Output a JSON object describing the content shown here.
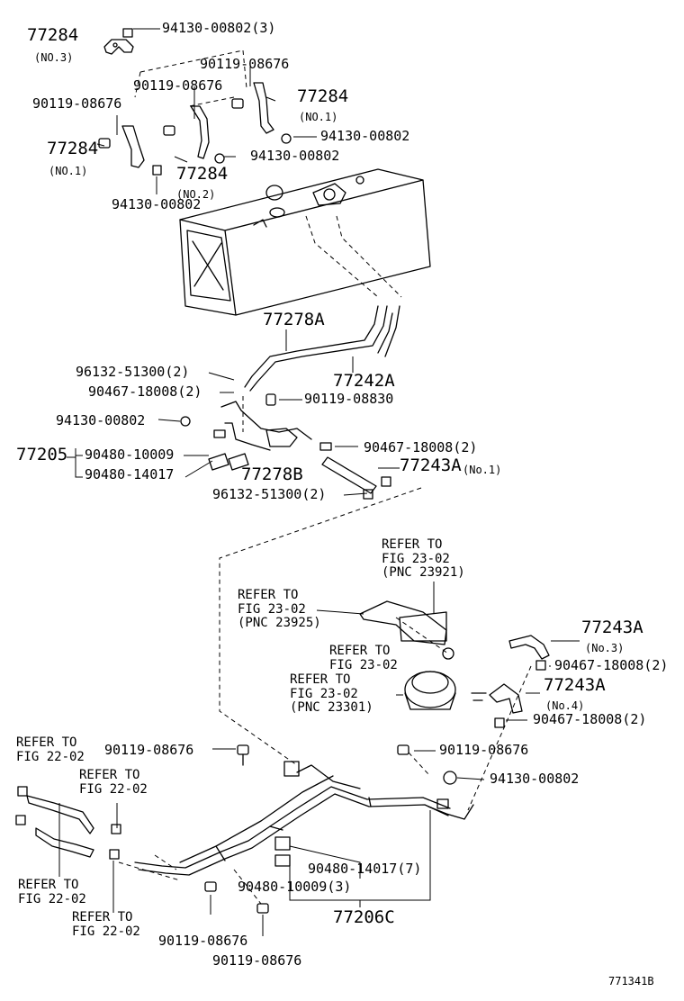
{
  "labels": {
    "pn_77284_no3": "77284",
    "sub_no3": "(NO.3)",
    "pn_94130_top": "94130-00802(3)",
    "pn_90119_a": "90119-08676",
    "pn_90119_b": "90119-08676",
    "pn_90119_c": "90119-08676",
    "pn_77284_no1_r": "77284",
    "sub_no1_r": "(NO.1)",
    "pn_94130_r": "94130-00802",
    "pn_77284_no1_l": "77284",
    "sub_no1_l": "(NO.1)",
    "pn_94130_mid": "94130-00802",
    "pn_77284_no2": "77284",
    "sub_no2": "(NO.2)",
    "pn_94130_l": "94130-00802",
    "pn_77278A": "77278A",
    "pn_77242A": "77242A",
    "pn_96132_a": "96132-51300(2)",
    "pn_90467_a": "90467-18008(2)",
    "pn_90119_08830": "90119-08830",
    "pn_94130_c": "94130-00802",
    "pn_77205": "77205",
    "pn_90480_10009": "90480-10009",
    "pn_90480_14017": "90480-14017",
    "pn_90467_b": "90467-18008(2)",
    "pn_77278B": "77278B",
    "pn_77243A_1": "77243A",
    "sub_no1_b": "(No.1)",
    "pn_96132_b": "96132-51300(2)",
    "ref_23921": "REFER TO\nFIG 23-02\n(PNC 23921)",
    "ref_23925": "REFER TO\nFIG 23-02\n(PNC 23925)",
    "ref_2302": "REFER TO\nFIG 23-02",
    "ref_23301": "REFER TO\nFIG 23-02\n(PNC 23301)",
    "pn_77243A_3": "77243A",
    "sub_no3_b": "(No.3)",
    "pn_90467_c": "90467-18008(2)",
    "pn_77243A_4": "77243A",
    "sub_no4": "(No.4)",
    "pn_90467_d": "90467-18008(2)",
    "ref_2202_a": "REFER TO\nFIG 22-02",
    "pn_90119_d": "90119-08676",
    "pn_90119_e": "90119-08676",
    "ref_2202_b": "REFER TO\nFIG 22-02",
    "pn_94130_e": "94130-00802",
    "pn_90480_14017_7": "90480-14017(7)",
    "pn_90480_10009_3": "90480-10009(3)",
    "ref_2202_c": "REFER TO\nFIG 22-02",
    "ref_2202_d": "REFER TO\nFIG 22-02",
    "pn_77206C": "77206C",
    "pn_90119_f": "90119-08676",
    "pn_90119_g": "90119-08676",
    "figure_id": "771341B"
  },
  "icons": [
    "fuel-tank-icon",
    "fuel-line-icon",
    "bracket-icon",
    "bolt-icon",
    "nut-icon",
    "clamp-icon",
    "hose-icon",
    "fuel-filter-icon"
  ]
}
